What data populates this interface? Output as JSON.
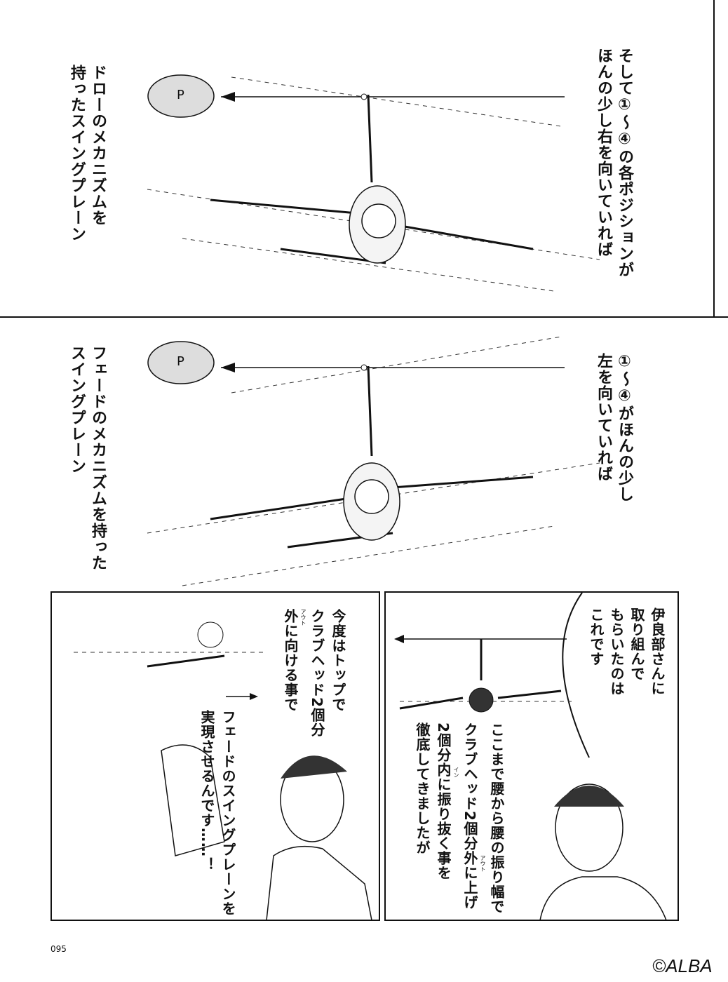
{
  "panel1": {
    "right_caption": [
      "そして①〜④の各ポジションが",
      "ほんの少し右を向いていれば"
    ],
    "left_caption": [
      "ドローのメカニズムを",
      "持ったスイングプレーン"
    ],
    "flag_label": "P"
  },
  "panel2": {
    "right_caption": [
      "①〜④がほんの少し",
      "左を向いていれば"
    ],
    "left_caption": [
      "フェードのメカニズムを持った",
      "スイングプレーン"
    ],
    "flag_label": "P"
  },
  "panel3": {
    "caption": [
      "今度はトップで",
      "クラブヘッド2個分",
      "外に向ける事で"
    ],
    "ruby_out": "アウト",
    "exclaim": [
      "フェードのスイングプレーンを",
      "実現させるんです……！"
    ]
  },
  "panel4": {
    "bubble": [
      "伊良部さんに",
      "取り組んで",
      "もらいたのは",
      "これです"
    ],
    "caption": [
      "ここまで腰から腰の振り幅で",
      "クラブヘッド2個分外に上げ",
      "2個分内に振り抜く事を",
      "徹底してきましたが"
    ],
    "ruby_out": "アウト",
    "ruby_in": "イン"
  },
  "page_number": "095",
  "copyright": "©ALBA"
}
